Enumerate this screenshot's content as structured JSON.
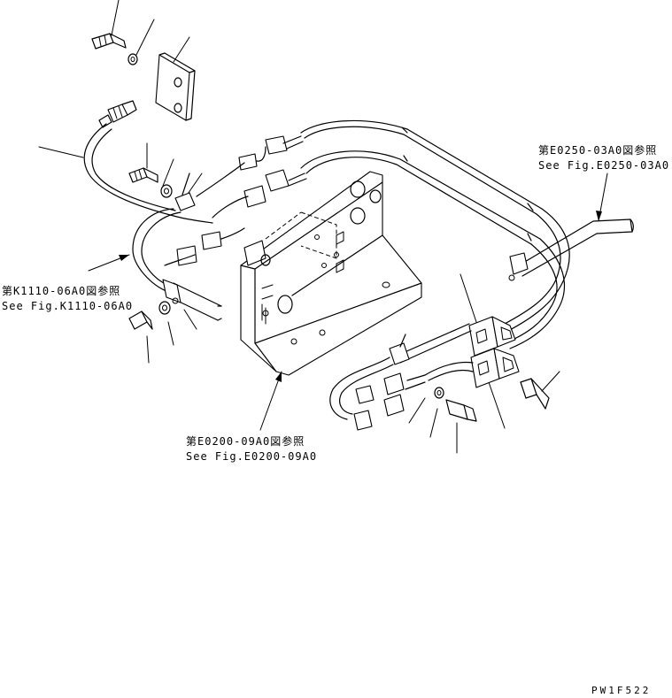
{
  "references": [
    {
      "id": "ref-e0250",
      "jp": "第E0250-03A0図参照",
      "en": "See Fig.E0250-03A0"
    },
    {
      "id": "ref-k1110",
      "jp": "第K1110-06A0図参照",
      "en": "See Fig.K1110-06A0"
    },
    {
      "id": "ref-e0200",
      "jp": "第E0200-09A0図参照",
      "en": "See Fig.E0200-09A0"
    }
  ],
  "drawing_code": "PW1F522"
}
